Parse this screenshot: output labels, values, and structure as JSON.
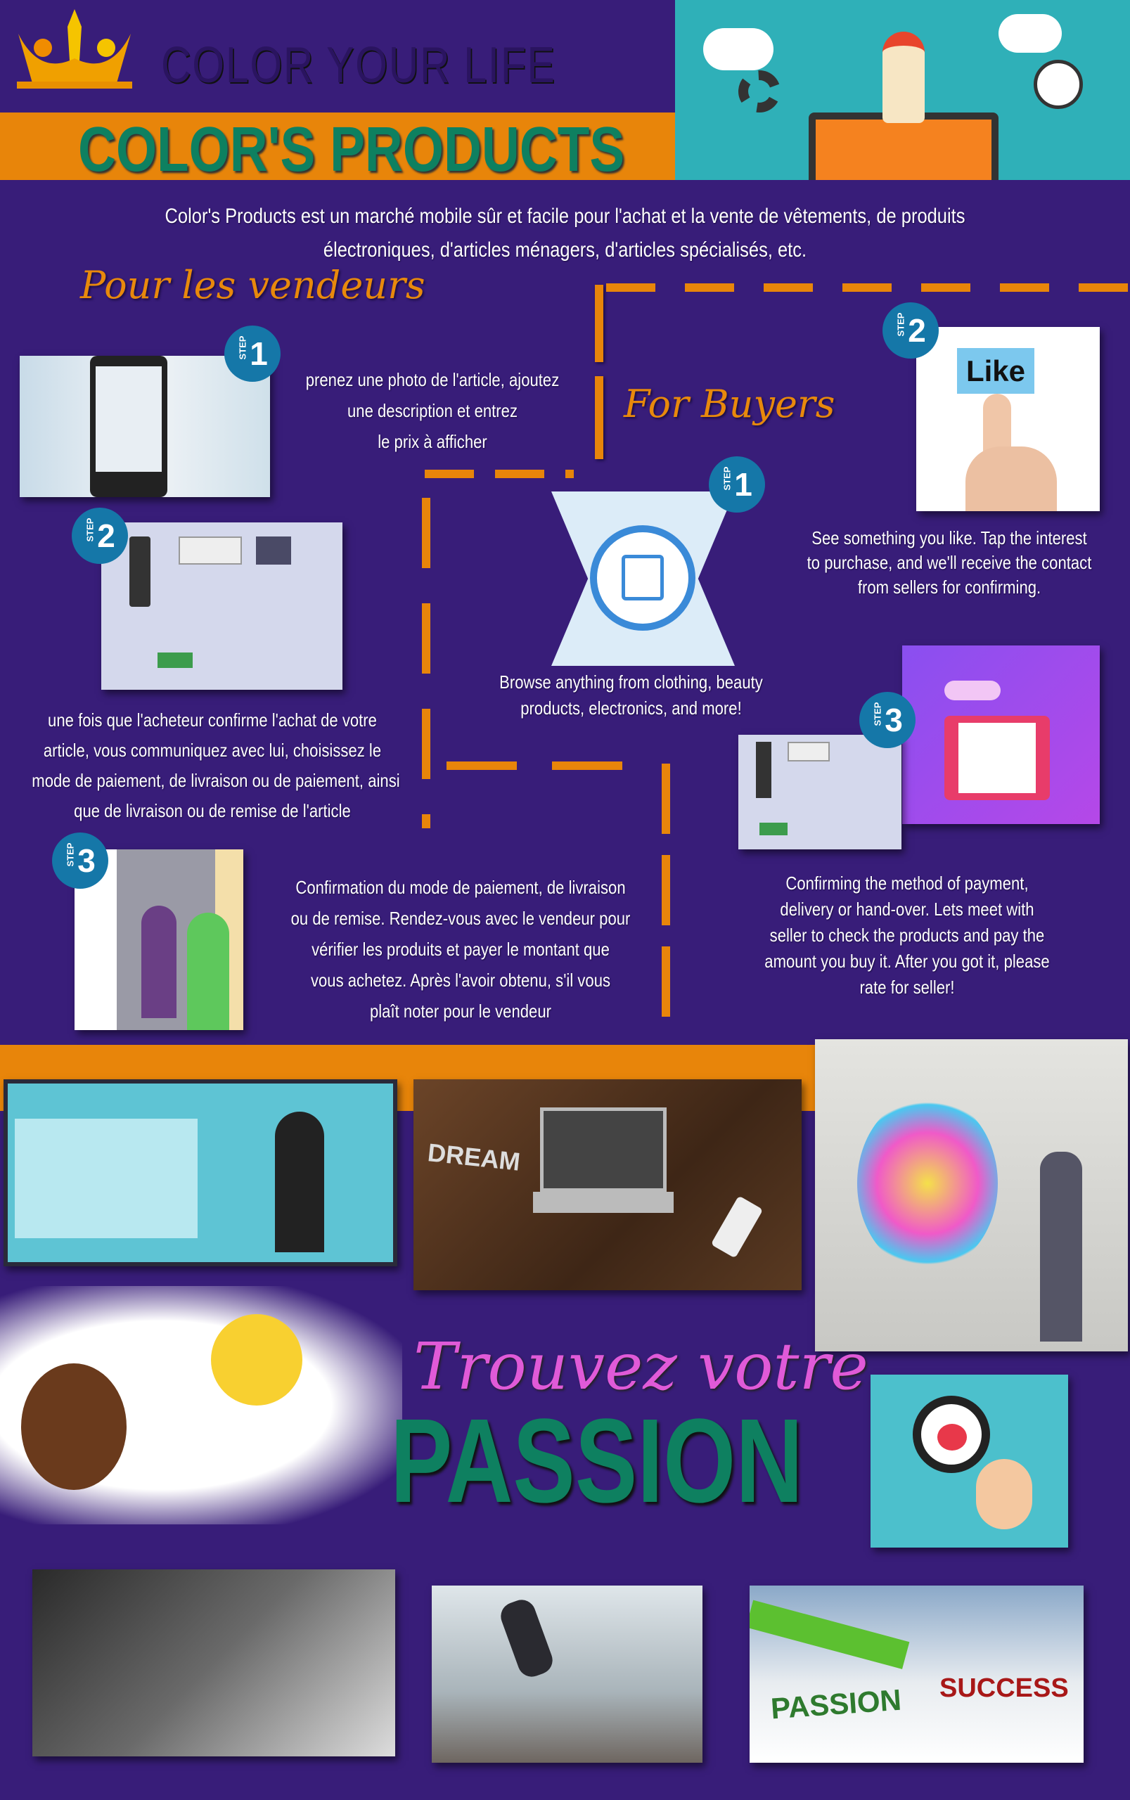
{
  "header": {
    "brand": "COLOR YOUR LIFE",
    "title": "COLOR'S PRODUCTS"
  },
  "intro": {
    "line1": "Color's Products est un marché mobile sûr et facile pour l'achat et la vente de vêtements, de produits",
    "line2": "électroniques, d'articles ménagers, d'articles spécialisés, etc."
  },
  "sellers": {
    "heading": "Pour les vendeurs",
    "steps": [
      {
        "step": "STEP",
        "num": "1",
        "lines": [
          "prenez une photo de l'article, ajoutez",
          "une description et entrez",
          "le prix à afficher"
        ]
      },
      {
        "step": "STEP",
        "num": "2",
        "lines": [
          "une fois que l'acheteur confirme l'achat de votre",
          "article, vous communiquez avec lui, choisissez le",
          "mode de paiement, de livraison ou de paiement, ainsi",
          "que de livraison ou de remise de l'article"
        ]
      },
      {
        "step": "STEP",
        "num": "3",
        "lines": [
          "Confirmation du mode de paiement, de livraison",
          "ou de remise. Rendez-vous avec le vendeur pour",
          "vérifier les produits et payer le montant que",
          "vous achetez. Après l'avoir obtenu, s'il vous",
          "plaît noter pour le vendeur"
        ]
      }
    ]
  },
  "buyers": {
    "heading": "For Buyers",
    "steps": [
      {
        "step": "STEP",
        "num": "1",
        "lines": [
          "Browse anything from clothing, beauty",
          "products, electronics, and more!"
        ]
      },
      {
        "step": "STEP",
        "num": "2",
        "lines": [
          "See something you like. Tap the interest",
          "to purchase, and we'll receive the contact",
          "from sellers for confirming."
        ],
        "image_label": "Like"
      },
      {
        "step": "STEP",
        "num": "3",
        "lines": [
          "Confirming the method of payment,",
          "delivery or hand-over. Lets meet with",
          "seller to check the products and pay the",
          "amount you buy it. After you got it, please",
          "rate for seller!"
        ]
      }
    ]
  },
  "gallery": {
    "dream_label": "DREAM",
    "passion_label": "PASSION",
    "success_label": "SUCCESS"
  },
  "passion": {
    "script": "Trouvez votre",
    "big": "PASSION"
  },
  "colors": {
    "bg": "#381d79",
    "orange": "#e8850a",
    "green": "#0e8060",
    "teal": "#2fb0b8",
    "badge": "#1577a8"
  }
}
